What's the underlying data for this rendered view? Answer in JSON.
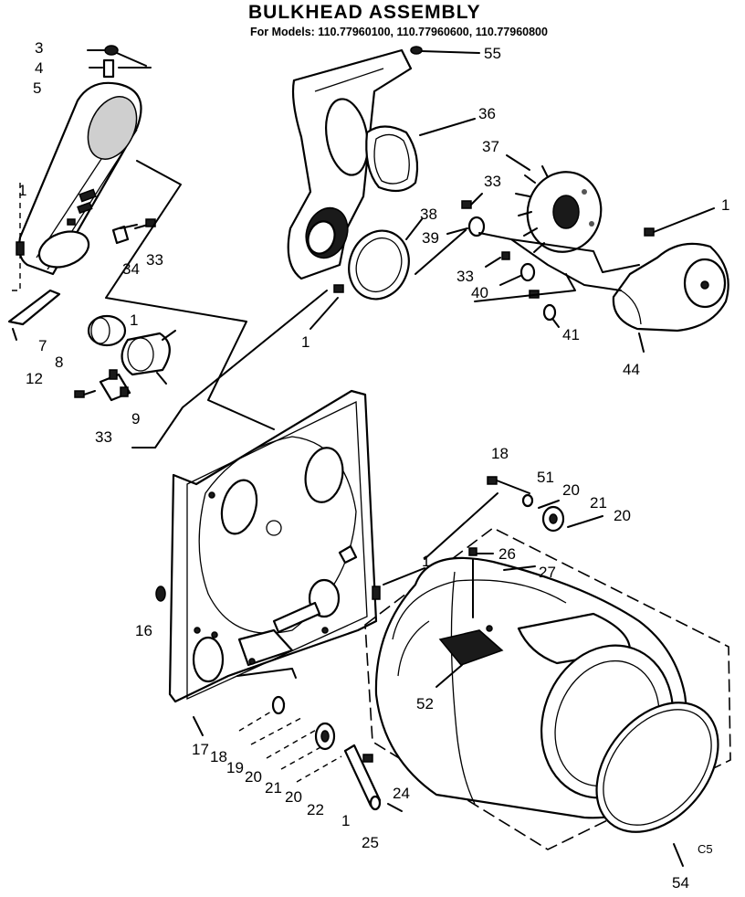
{
  "header": {
    "title": "BULKHEAD ASSEMBLY",
    "subtitle": "For Models: 110.77960100, 110.77960600, 110.77960800"
  },
  "corner_code": "C5",
  "callouts": [
    {
      "id": "c3",
      "text": "3"
    },
    {
      "id": "c4",
      "text": "4"
    },
    {
      "id": "c5",
      "text": "5"
    },
    {
      "id": "c1a",
      "text": "1"
    },
    {
      "id": "c34",
      "text": "34"
    },
    {
      "id": "c33a",
      "text": "33"
    },
    {
      "id": "c7",
      "text": "7"
    },
    {
      "id": "c1b",
      "text": "1"
    },
    {
      "id": "c8",
      "text": "8"
    },
    {
      "id": "c12",
      "text": "12"
    },
    {
      "id": "c9",
      "text": "9"
    },
    {
      "id": "c33b",
      "text": "33"
    },
    {
      "id": "c55",
      "text": "55"
    },
    {
      "id": "c36",
      "text": "36"
    },
    {
      "id": "c37",
      "text": "37"
    },
    {
      "id": "c33c",
      "text": "33"
    },
    {
      "id": "c1c",
      "text": "1"
    },
    {
      "id": "c38",
      "text": "38"
    },
    {
      "id": "c39",
      "text": "39"
    },
    {
      "id": "c33d",
      "text": "33"
    },
    {
      "id": "c40",
      "text": "40"
    },
    {
      "id": "c41",
      "text": "41"
    },
    {
      "id": "c44",
      "text": "44"
    },
    {
      "id": "c1d",
      "text": "1"
    },
    {
      "id": "c18a",
      "text": "18"
    },
    {
      "id": "c51",
      "text": "51"
    },
    {
      "id": "c20a",
      "text": "20"
    },
    {
      "id": "c21a",
      "text": "21"
    },
    {
      "id": "c20b",
      "text": "20"
    },
    {
      "id": "c16",
      "text": "16"
    },
    {
      "id": "c26",
      "text": "26"
    },
    {
      "id": "c27",
      "text": "27"
    },
    {
      "id": "c1e",
      "text": "1"
    },
    {
      "id": "c52",
      "text": "52"
    },
    {
      "id": "c17",
      "text": "17"
    },
    {
      "id": "c18b",
      "text": "18"
    },
    {
      "id": "c19",
      "text": "19"
    },
    {
      "id": "c20c",
      "text": "20"
    },
    {
      "id": "c21b",
      "text": "21"
    },
    {
      "id": "c20d",
      "text": "20"
    },
    {
      "id": "c22",
      "text": "22"
    },
    {
      "id": "c1f",
      "text": "1"
    },
    {
      "id": "c24",
      "text": "24"
    },
    {
      "id": "c25",
      "text": "25"
    },
    {
      "id": "c54",
      "text": "54"
    }
  ]
}
